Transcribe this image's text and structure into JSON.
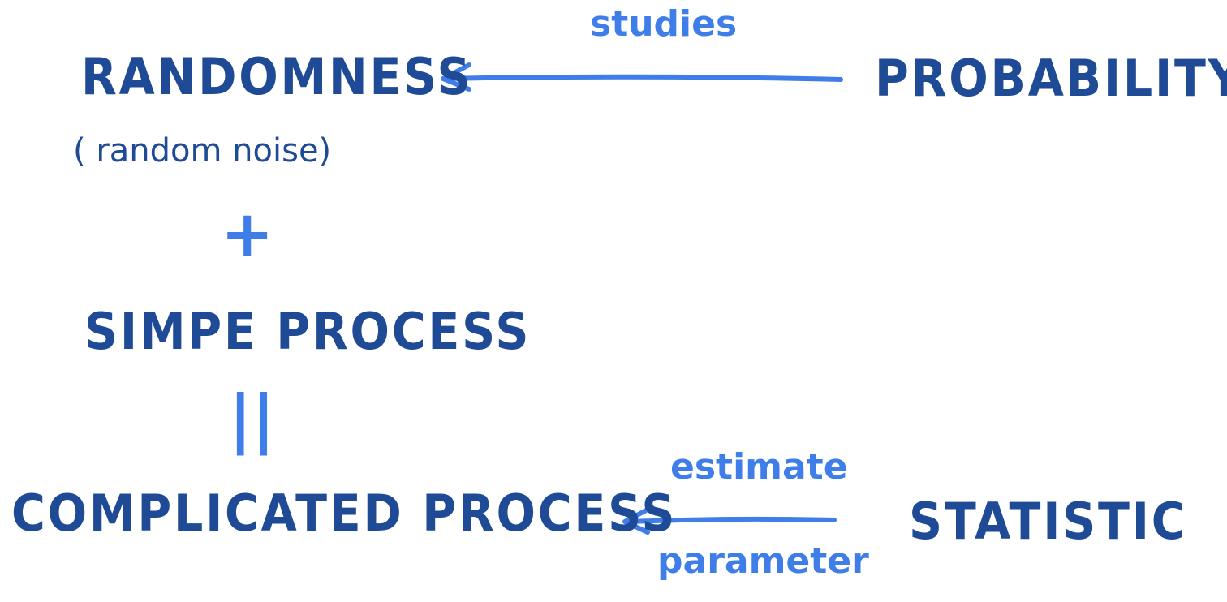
{
  "nodes": {
    "randomness": "RANDOMNESS",
    "randomness_note": "( random noise)",
    "plus": "+",
    "simple_process": "SIMPE PROCESS",
    "equals": "||",
    "complicated_process": "COMPLICATED PROCESS",
    "probability": "PROBABILITY",
    "statistic": "STATISTIC"
  },
  "edges": {
    "studies": "studies",
    "estimate": "estimate",
    "parameter": "parameter"
  },
  "colors": {
    "dark_text": "#1f4a96",
    "light_text": "#3f7ee8"
  }
}
